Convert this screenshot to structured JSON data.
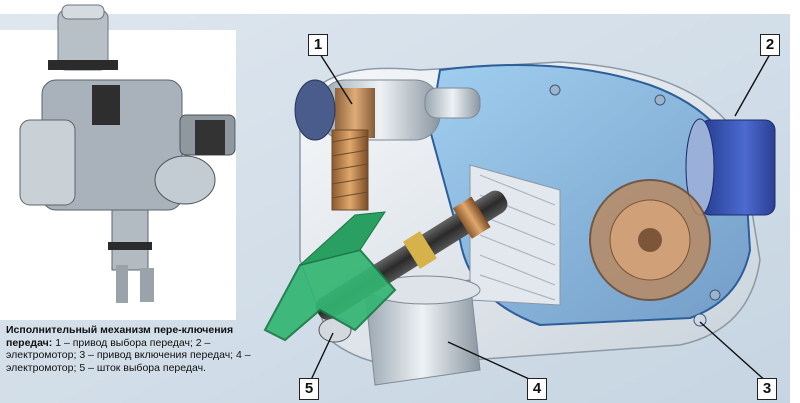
{
  "caption": {
    "title": "Исполнительный механизм пере-ключения передач:",
    "body": " 1 – привод выбора передач; 2 – электромотор; 3 – привод включения передач; 4 – электромотор; 5 – шток выбора передач."
  },
  "callouts": [
    "1",
    "2",
    "3",
    "4",
    "5"
  ],
  "colors": {
    "background": "#cfdce8",
    "housing": "#e8edf2",
    "transparent_cover": "#3f8fd6",
    "gear_copper": "#c98f55",
    "motor_blue": "#3b56b8",
    "fork_green": "#2fa66a",
    "shaft_dark": "#3a3a3a"
  }
}
